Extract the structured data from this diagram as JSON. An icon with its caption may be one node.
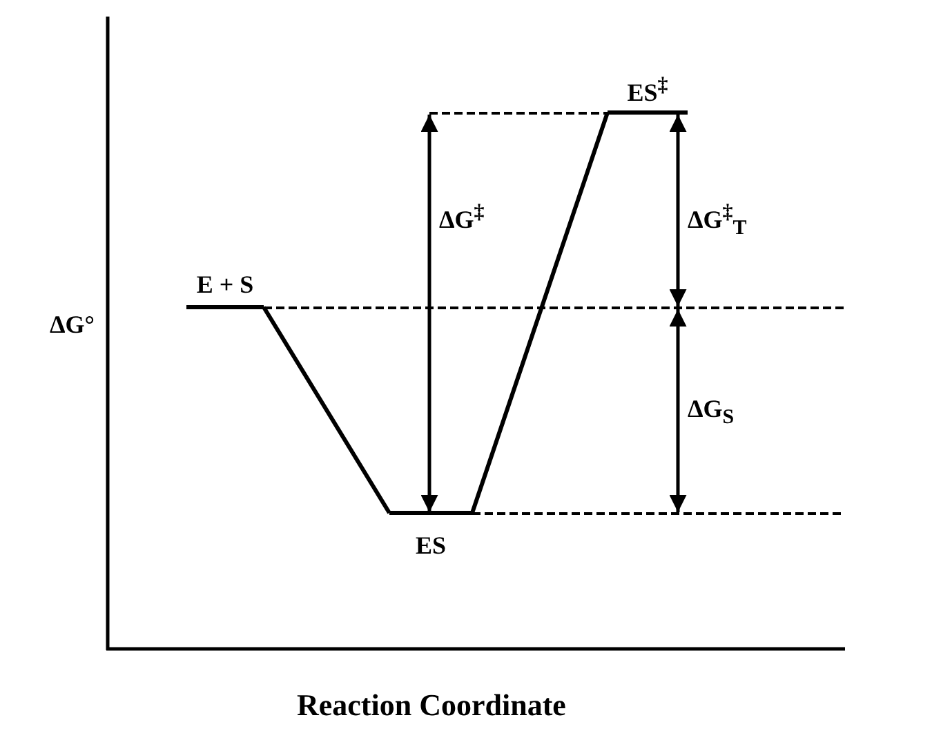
{
  "diagram": {
    "nodes": [
      {
        "text": [
          "E + S"
        ]
      },
      {
        "text": [
          "ES"
        ]
      },
      {
        "text": [
          "ES$^{‡}$"
        ]
      }
    ],
    "edges": [
      {
        "from": 0,
        "to": 1,
        "arrow": "none"
      },
      {
        "from": 1,
        "to": 2,
        "arrow": "none"
      }
    ],
    "labels": [
      "ΔG°",
      "ΔG$^{‡}$",
      "ΔG$^{‡}$$_{T}$",
      "ΔG$_{S}$",
      "Reaction Coordinate"
    ]
  }
}
